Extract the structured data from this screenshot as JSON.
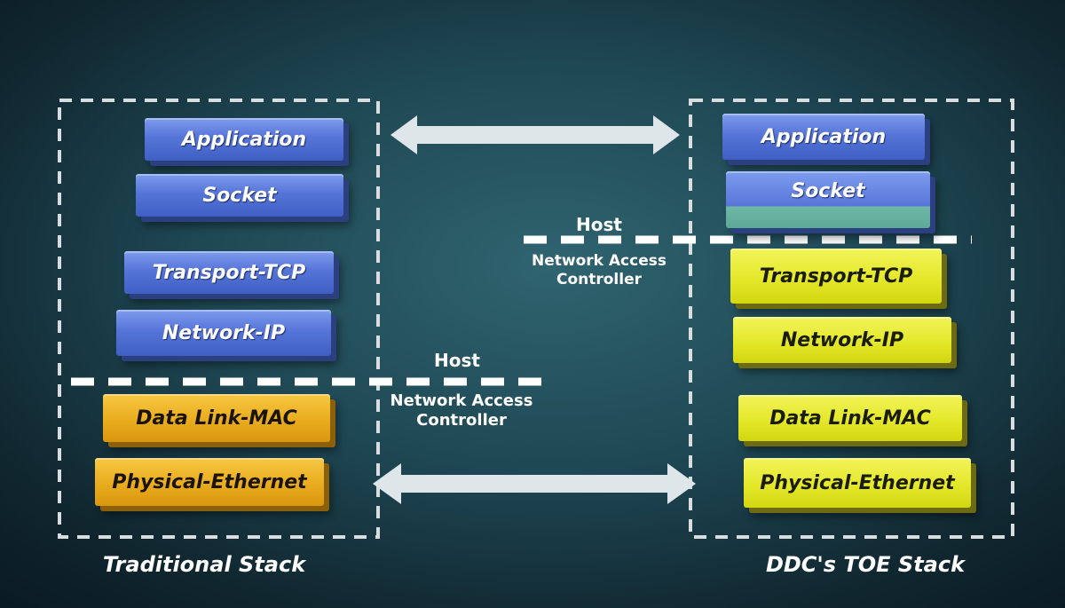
{
  "traditional_stack": {
    "title": "Traditional Stack",
    "layers": [
      "Application",
      "Socket",
      "Transport-TCP",
      "Network-IP",
      "Data Link-MAC",
      "Physical-Ethernet"
    ]
  },
  "toe_stack": {
    "title": "DDC's TOE Stack",
    "layers": [
      "Application",
      "Socket",
      "Transport-TCP",
      "Network-IP",
      "Data Link-MAC",
      "Physical-Ethernet"
    ]
  },
  "boundary_labels": {
    "host_left": "Host",
    "nac_left_line1": "Network Access",
    "nac_left_line2": "Controller",
    "host_right": "Host",
    "nac_right_line1": "Network Access",
    "nac_right_line2": "Controller"
  },
  "colors": {
    "host_layer": "#5675d8",
    "traditional_nac_layer": "#e9ac1e",
    "toe_nac_layer": "#e4e82a",
    "dashed_line": "#ffffff",
    "arrow": "#dfe6ea"
  }
}
